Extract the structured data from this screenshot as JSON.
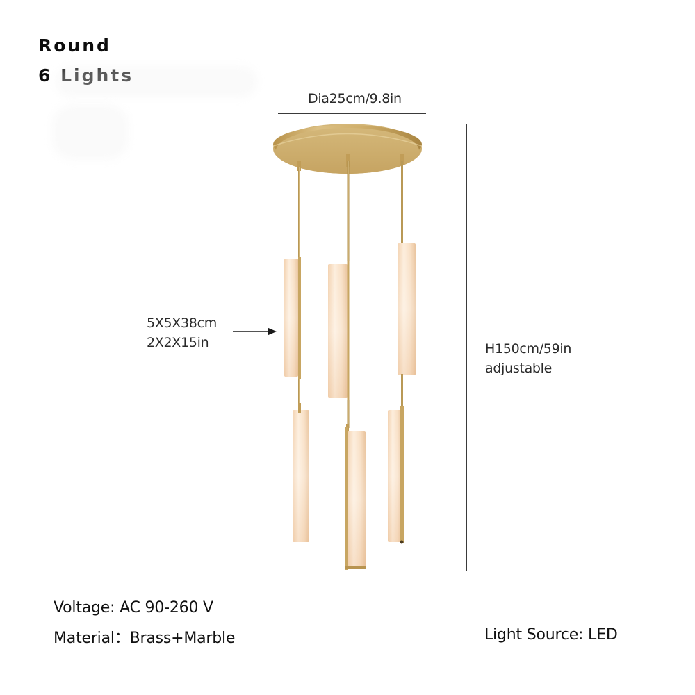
{
  "header": {
    "title_line1": "Round",
    "title_line2": "6 Lights"
  },
  "dimensions": {
    "diameter": "Dia25cm/9.8in",
    "shade_cm": "5X5X38cm",
    "shade_in": "2X2X15in",
    "height": "H150cm/59in",
    "height_note": "adjustable"
  },
  "specs": {
    "voltage": "Voltage: AC 90-260 V",
    "material": "Material：Brass+Marble",
    "light_source": "Light Source: LED"
  },
  "product": {
    "lights_count": 6,
    "rods_count": 3,
    "colors": {
      "brass": "#c9a560",
      "brass_dark": "#a8843f",
      "brass_light": "#e3c98e",
      "marble": "#f7dcc0",
      "marble_light": "#fdf0e2",
      "marble_shadow": "#e8bf96",
      "dimension_line": "#3a3a3a"
    }
  }
}
